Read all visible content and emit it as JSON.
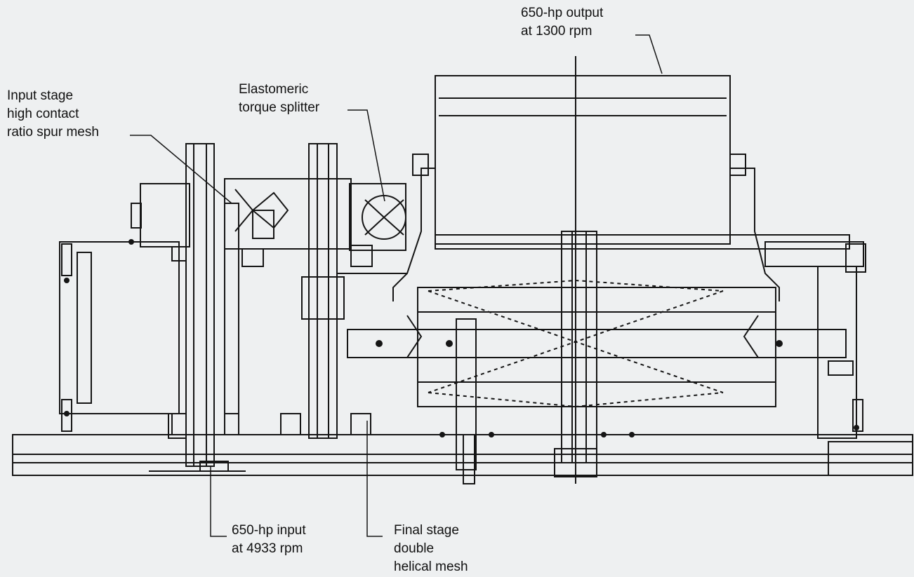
{
  "labels": {
    "input_stage": [
      "Input stage",
      "high contact",
      "ratio spur mesh"
    ],
    "elastomeric": [
      "Elastomeric",
      "torque splitter"
    ],
    "output": [
      "650-hp output",
      "at 1300 rpm"
    ],
    "input_power": [
      "650-hp input",
      "at 4933 rpm"
    ],
    "final_stage": [
      "Final stage",
      "double",
      "helical mesh"
    ]
  },
  "colors": {
    "background": "#eef0f1",
    "ink": "#151515"
  }
}
